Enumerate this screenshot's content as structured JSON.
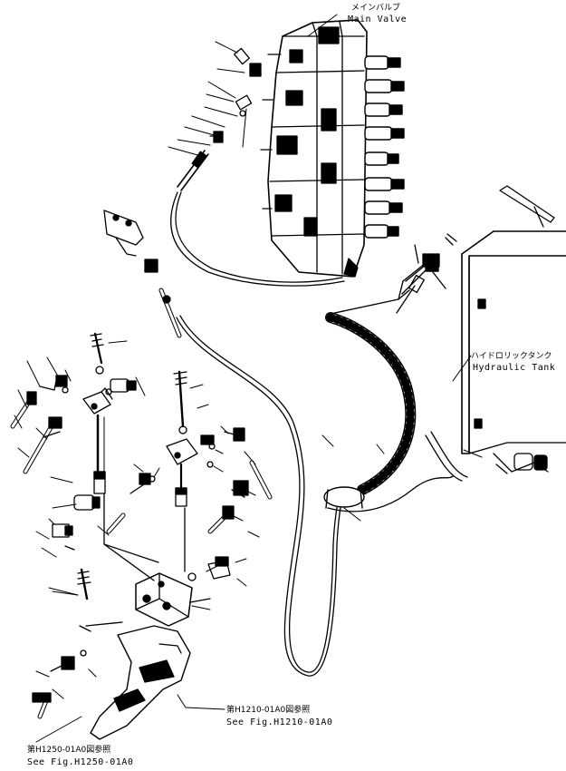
{
  "labels": {
    "main_valve_jp": "メインバルブ",
    "main_valve_en": "Main Valve",
    "hydraulic_tank_jp": "ハイドロリックタンク",
    "hydraulic_tank_en": "Hydraulic Tank",
    "ref1_jp": "第H1210-01A0図参照",
    "ref1_en": "See Fig.H1210-01A0",
    "ref2_jp": "第H1250-01A0図参照",
    "ref2_en": "See Fig.H1250-01A0"
  },
  "colors": {
    "ink": "#000000",
    "paper": "#ffffff"
  }
}
